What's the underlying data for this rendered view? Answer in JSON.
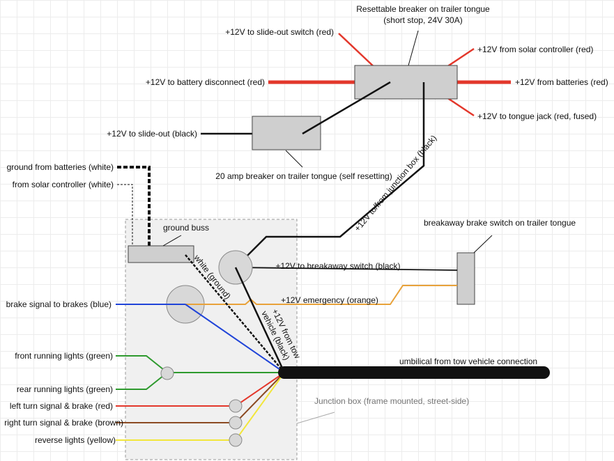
{
  "labels": {
    "resettable_breaker_title": "Resettable breaker on trailer tongue",
    "resettable_breaker_sub": "(short stop, 24V 30A)",
    "slide_out_switch": "+12V to slide-out switch (red)",
    "solar_controller_in": "+12V from solar controller (red)",
    "battery_disconnect": "+12V to battery disconnect (red)",
    "from_batteries": "+12V from batteries (red)",
    "tongue_jack": "+12V to tongue jack (red, fused)",
    "slide_out_black": "+12V to slide-out (black)",
    "breaker_20a": "20 amp breaker on trailer tongue (self resetting)",
    "ground_from_batteries": "ground from batteries (white)",
    "from_solar_white": "from solar controller (white)",
    "ground_buss": "ground buss",
    "junction_box_wire": "+12V to/from junction box (black)",
    "breakaway_switch_title": "breakaway brake switch on trailer tongue",
    "white_ground": "white (ground)",
    "to_breakaway_switch": "+12V to breakaway switch (black)",
    "brake_signal": "brake signal to brakes (blue)",
    "emergency_orange": "+12V emergency (orange)",
    "from_tow_line1": "+12V from tow",
    "from_tow_line2": "vehicle (black)",
    "front_running": "front running lights (green)",
    "umbilical": "umbilical from tow vehicle connection",
    "rear_running": "rear running lights (green)",
    "left_turn": "left turn signal & brake (red)",
    "junction_box": "Junction box (frame mounted, street-side)",
    "right_turn": "right turn signal & brake (brown)",
    "reverse": "reverse lights (yellow)"
  },
  "colors": {
    "red": "#e3372b",
    "blue": "#2044d8",
    "green": "#2e9a2e",
    "orange": "#e8a23a",
    "brown": "#8b4a22",
    "yellow": "#f2e63a",
    "black": "#111111",
    "box_fill": "#cfcfcf",
    "junction_fill": "#f0f0f0"
  }
}
